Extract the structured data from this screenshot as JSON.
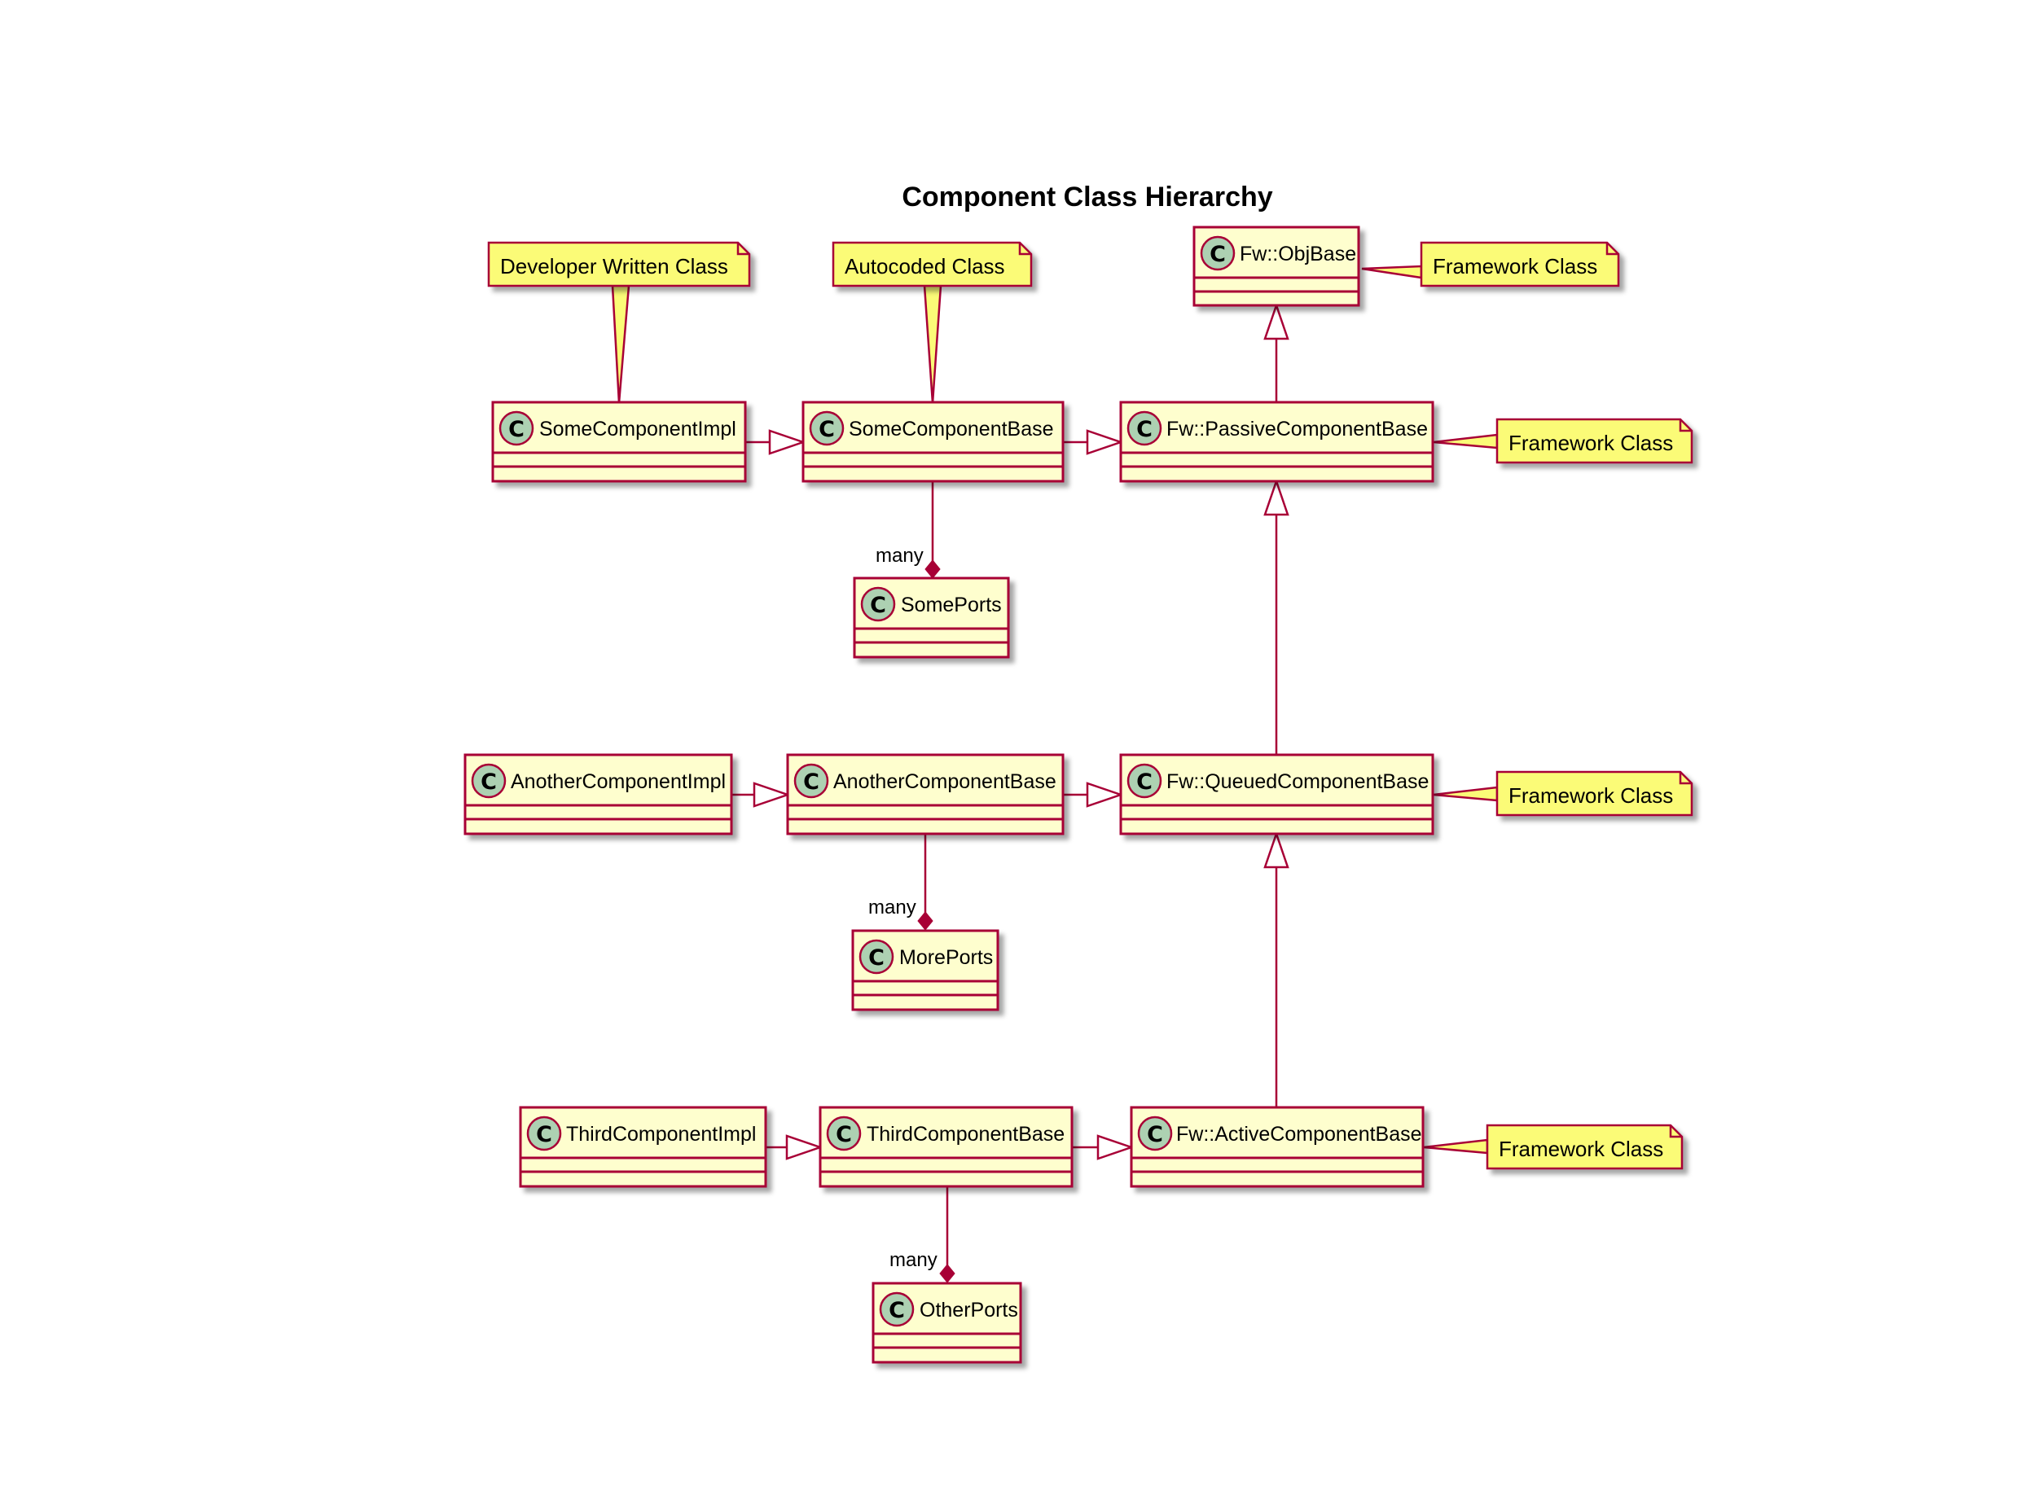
{
  "title": "Component Class Hierarchy",
  "stereotype_letter": "C",
  "colors": {
    "class_fill": "#FEFECE",
    "class_border": "#A80036",
    "spot_fill": "#ADD1B2",
    "note_fill": "#FBFB77",
    "edge": "#A80036"
  },
  "classes": {
    "obj_base": "Fw::ObjBase",
    "passive_base": "Fw::PassiveComponentBase",
    "queued_base": "Fw::QueuedComponentBase",
    "active_base": "Fw::ActiveComponentBase",
    "some_impl": "SomeComponentImpl",
    "some_base": "SomeComponentBase",
    "some_ports": "SomePorts",
    "another_impl": "AnotherComponentImpl",
    "another_base": "AnotherComponentBase",
    "more_ports": "MorePorts",
    "third_impl": "ThirdComponentImpl",
    "third_base": "ThirdComponentBase",
    "other_ports": "OtherPorts"
  },
  "notes": {
    "developer": "Developer Written Class",
    "autocoded": "Autocoded Class",
    "framework_obj": "Framework Class",
    "framework_passive": "Framework Class",
    "framework_queued": "Framework Class",
    "framework_active": "Framework Class"
  },
  "relations": [
    {
      "from": "SomeComponentImpl",
      "to": "SomeComponentBase",
      "kind": "inheritance"
    },
    {
      "from": "SomeComponentBase",
      "to": "Fw::PassiveComponentBase",
      "kind": "inheritance"
    },
    {
      "from": "Fw::PassiveComponentBase",
      "to": "Fw::ObjBase",
      "kind": "inheritance"
    },
    {
      "from": "AnotherComponentImpl",
      "to": "AnotherComponentBase",
      "kind": "inheritance"
    },
    {
      "from": "AnotherComponentBase",
      "to": "Fw::QueuedComponentBase",
      "kind": "inheritance"
    },
    {
      "from": "Fw::QueuedComponentBase",
      "to": "Fw::PassiveComponentBase",
      "kind": "inheritance"
    },
    {
      "from": "ThirdComponentImpl",
      "to": "ThirdComponentBase",
      "kind": "inheritance"
    },
    {
      "from": "ThirdComponentBase",
      "to": "Fw::ActiveComponentBase",
      "kind": "inheritance"
    },
    {
      "from": "Fw::ActiveComponentBase",
      "to": "Fw::QueuedComponentBase",
      "kind": "inheritance"
    },
    {
      "from": "SomeComponentBase",
      "to": "SomePorts",
      "kind": "composition",
      "label": "many"
    },
    {
      "from": "AnotherComponentBase",
      "to": "MorePorts",
      "kind": "composition",
      "label": "many"
    },
    {
      "from": "ThirdComponentBase",
      "to": "OtherPorts",
      "kind": "composition",
      "label": "many"
    }
  ]
}
